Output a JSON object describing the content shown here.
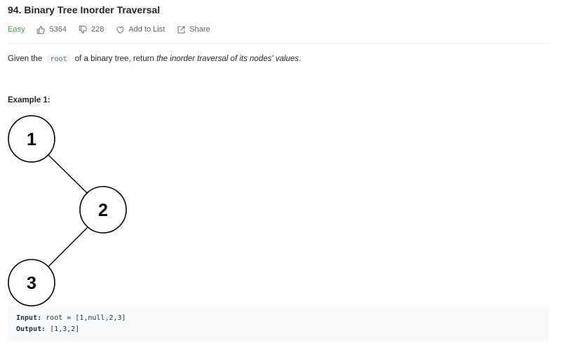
{
  "problem": {
    "title": "94. Binary Tree Inorder Traversal",
    "difficulty": "Easy",
    "likes": "5364",
    "dislikes": "228",
    "add_to_list_label": "Add to List",
    "share_label": "Share"
  },
  "description": {
    "prefix": "Given the",
    "code": "root",
    "middle": "of a binary tree, return",
    "emphasis": "the inorder traversal of its nodes' values",
    "suffix": "."
  },
  "example": {
    "title": "Example 1:",
    "tree_nodes": [
      "1",
      "2",
      "3"
    ],
    "input_label": "Input:",
    "input_value": "root = [1,null,2,3]",
    "output_label": "Output:",
    "output_value": "[1,3,2]"
  },
  "colors": {
    "difficulty_easy": "#43a047",
    "code_inline": "#546e7a",
    "code_block_bg": "#f7f9fa"
  },
  "icons": {
    "likes": "thumbs-up-icon",
    "dislikes": "thumbs-down-icon",
    "add_to_list": "heart-icon",
    "share": "share-icon"
  }
}
